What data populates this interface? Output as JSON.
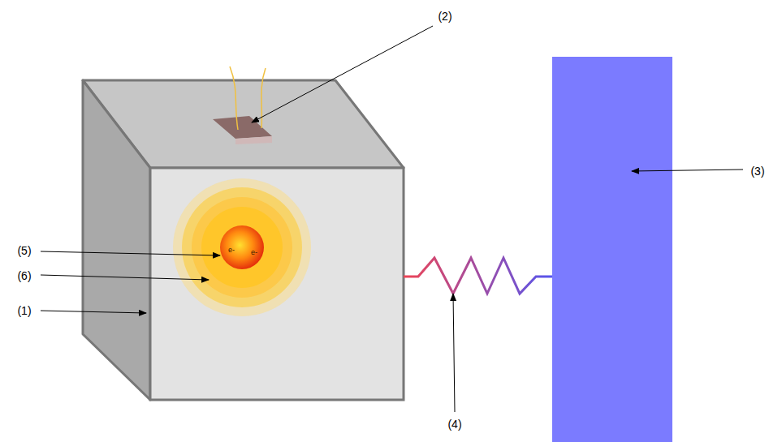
{
  "diagram": {
    "labels": [
      "(2)",
      "(3)",
      "(5)",
      "(6)",
      "(1)",
      "(4)",
      "e-",
      "e-"
    ]
  }
}
